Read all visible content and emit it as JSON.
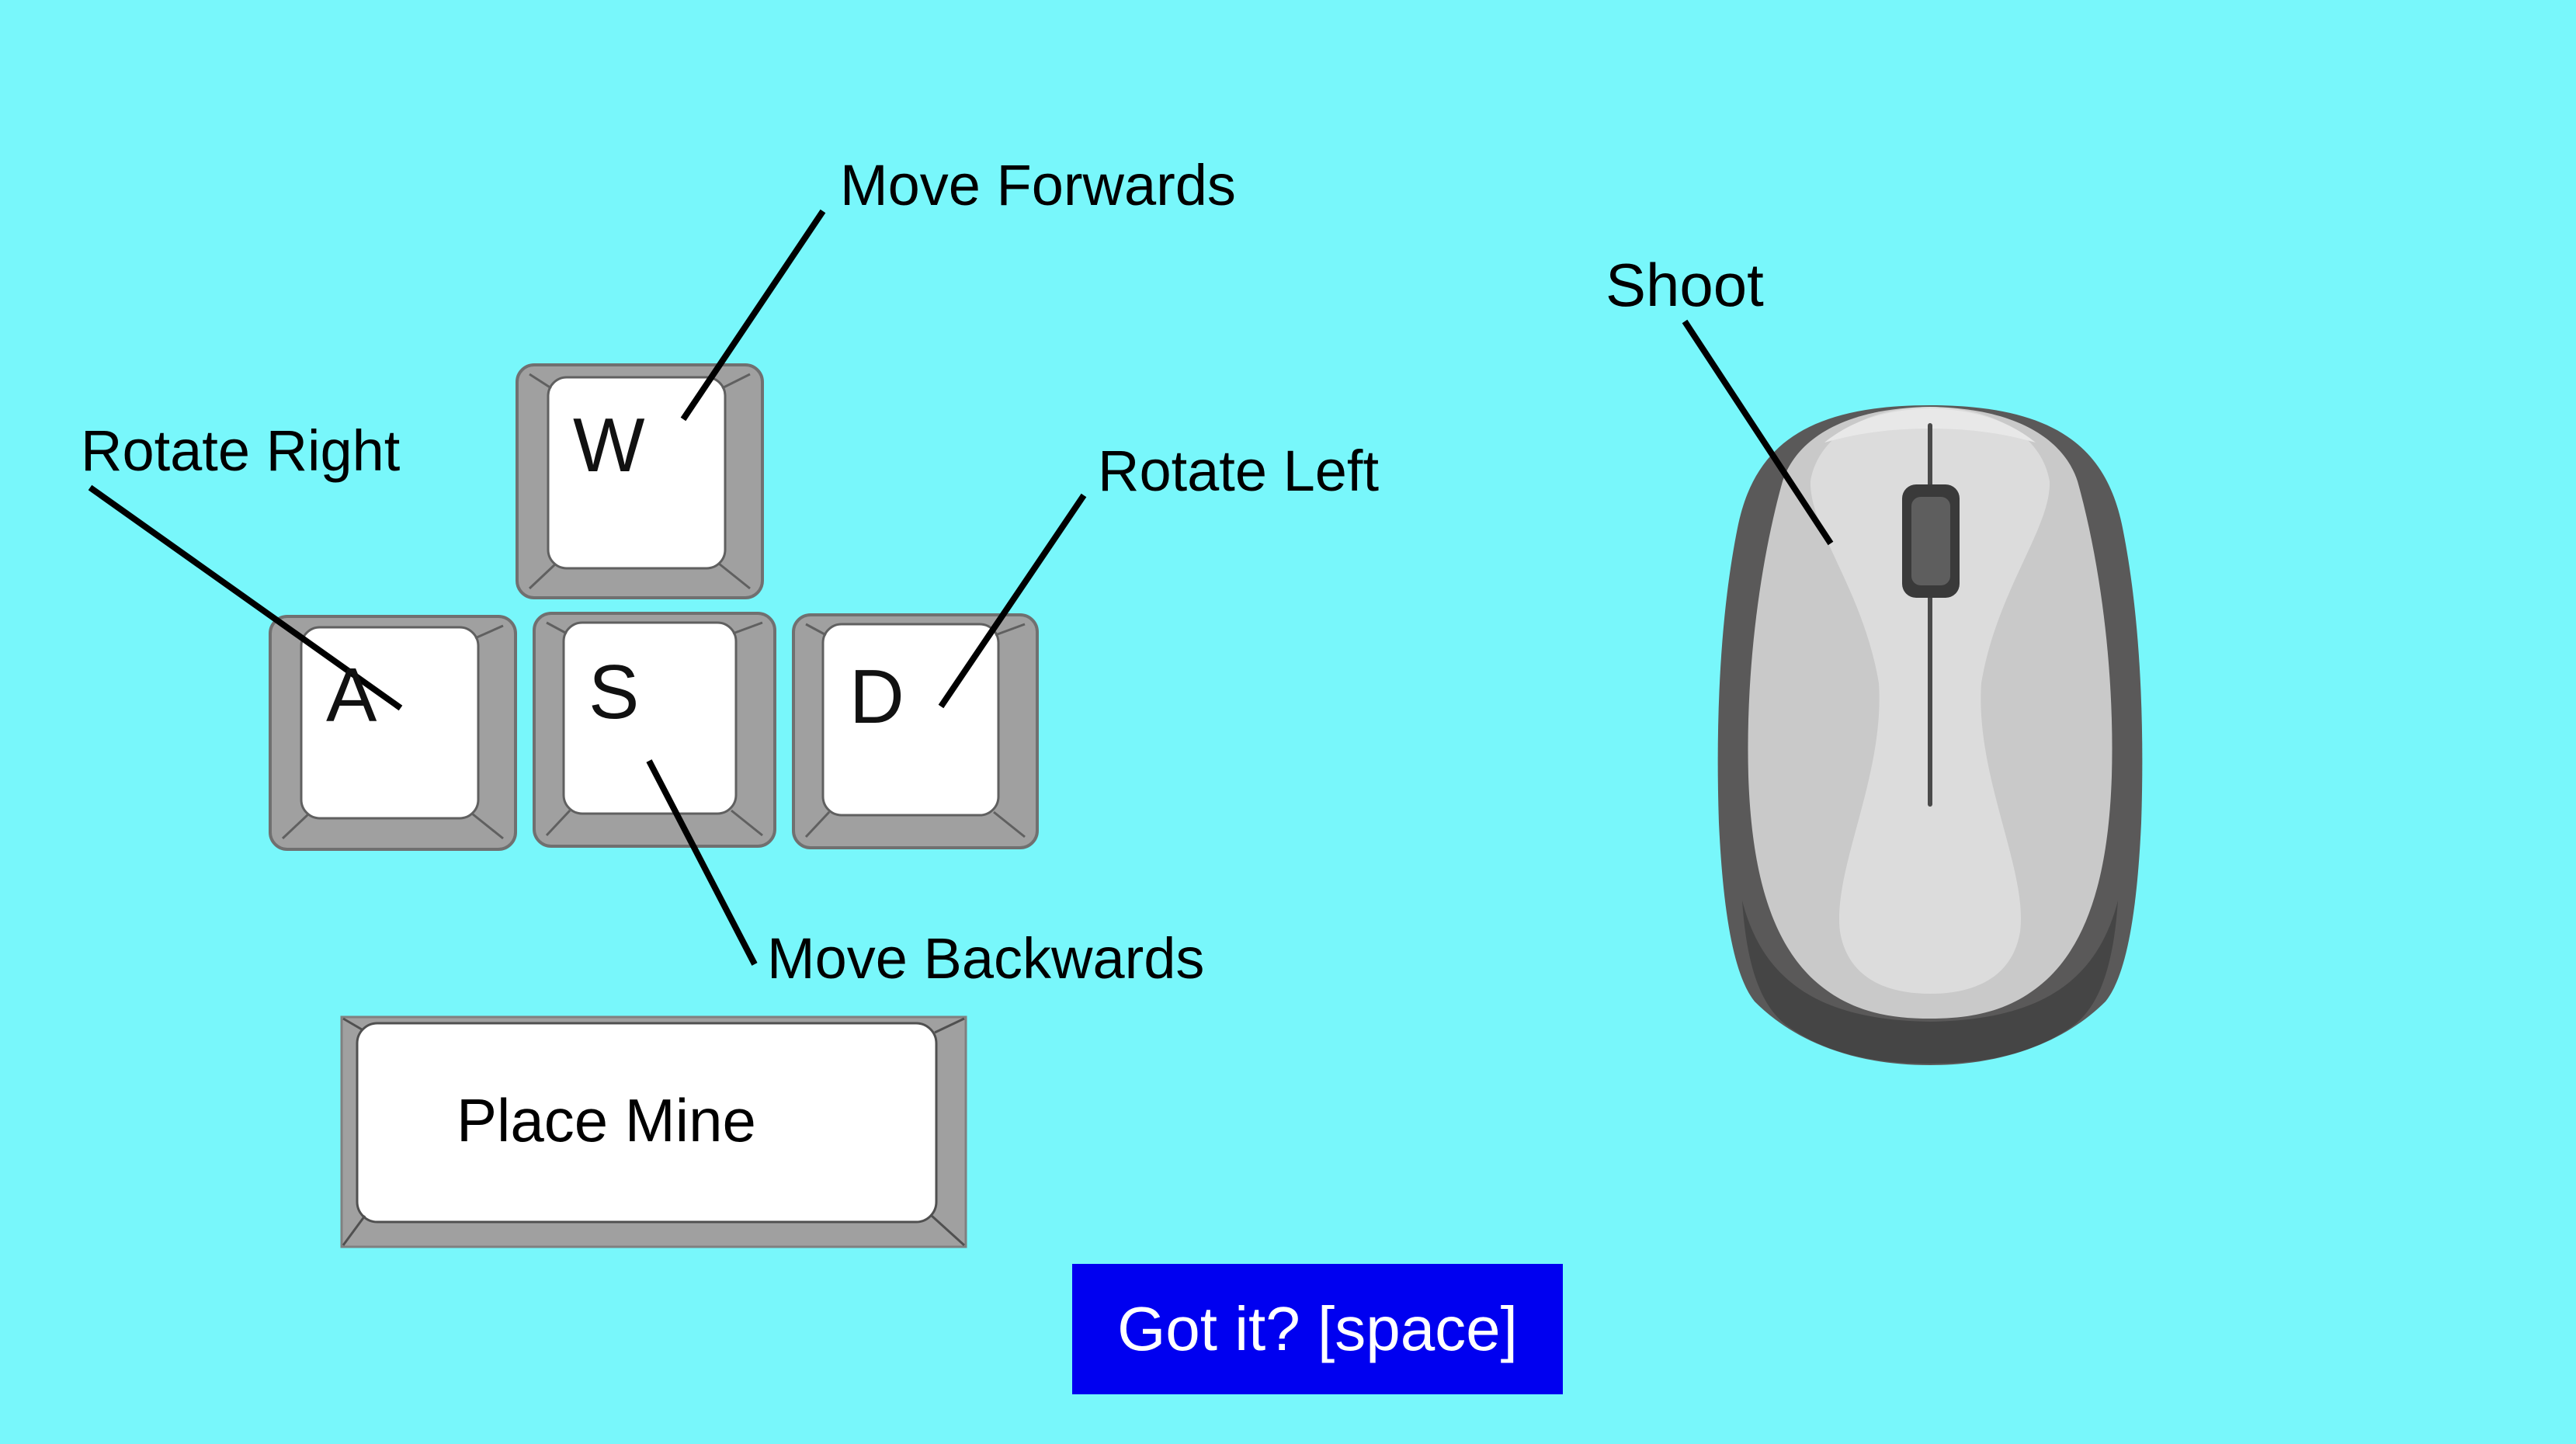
{
  "colors": {
    "background": "#78F7FB",
    "button_bg": "#0000F0",
    "button_text": "#FFFFFF",
    "keycap_outer": "#A0A0A0",
    "keycap_inner": "#FFFFFF"
  },
  "keys": {
    "w": "W",
    "a": "A",
    "s": "S",
    "d": "D",
    "space": "Place Mine"
  },
  "labels": {
    "move_forwards": "Move Forwards",
    "rotate_right": "Rotate Right",
    "rotate_left": "Rotate Left",
    "move_backwards": "Move Backwards",
    "shoot": "Shoot"
  },
  "button": {
    "label": "Got it? [space]"
  },
  "icons": {
    "mouse": "computer-mouse-icon"
  }
}
